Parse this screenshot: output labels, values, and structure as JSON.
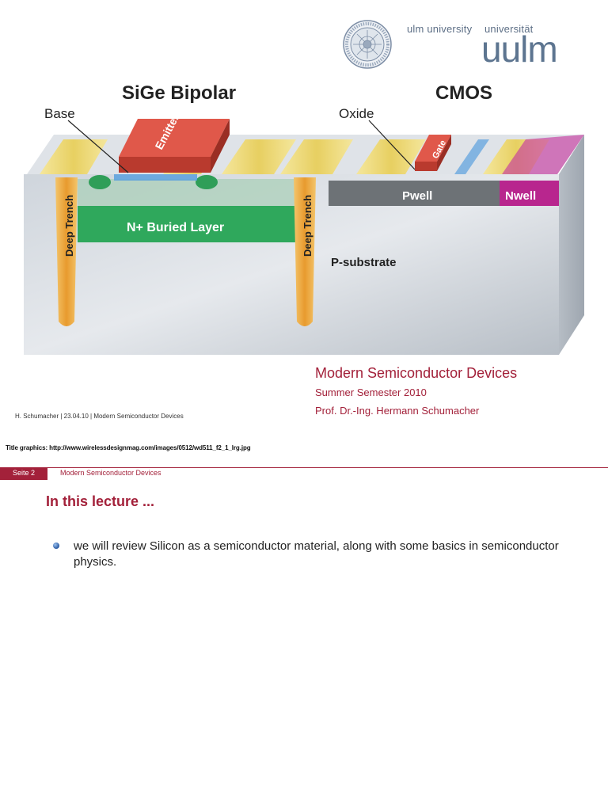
{
  "header": {
    "university_en": "ulm university",
    "university_de": "universität",
    "wordmark": "uulm",
    "seal_text": "UNIVERSITÄT ULM SCIENDO DOCENDO CURANDO"
  },
  "diagram": {
    "title_bipolar": "SiGe Bipolar",
    "title_cmos": "CMOS",
    "label_base": "Base",
    "label_oxide": "Oxide",
    "label_emitter": "Emitter",
    "label_gate": "Gate",
    "label_deep_trench": "Deep Trench",
    "label_buried_layer": "N+ Buried Layer",
    "label_pwell": "Pwell",
    "label_nwell": "Nwell",
    "label_psubstrate": "P-substrate",
    "colors": {
      "yellow": "#f0dc78",
      "green": "#2f9e58",
      "red": "#d24a3a",
      "magenta": "#b5288f",
      "blue": "#4a90d0",
      "trench": "#e8a23c",
      "substrate_top": "#e3e6ea",
      "substrate_side": "#b9c0c8",
      "pwell": "#6f7478"
    }
  },
  "course": {
    "title": "Modern Semiconductor Devices",
    "semester": "Summer Semester 2010",
    "professor": "Prof. Dr.-Ing. Hermann Schumacher",
    "footer_meta": "H. Schumacher  | 23.04.10 | Modern Semiconductor Devices"
  },
  "title_graphics": "Title graphics: http://www.wirelessdesignmag.com/images/0512/wd511_f2_1_lrg.jpg",
  "slide2": {
    "page_label": "Seite 2",
    "header_title": "Modern Semiconductor Devices",
    "heading": "In this lecture ...",
    "bullets": [
      "we will review Silicon as a semiconductor material, along with some basics in semiconductor physics."
    ]
  },
  "theme": {
    "accent": "#a3213a",
    "logo_blue": "#5d7590"
  }
}
